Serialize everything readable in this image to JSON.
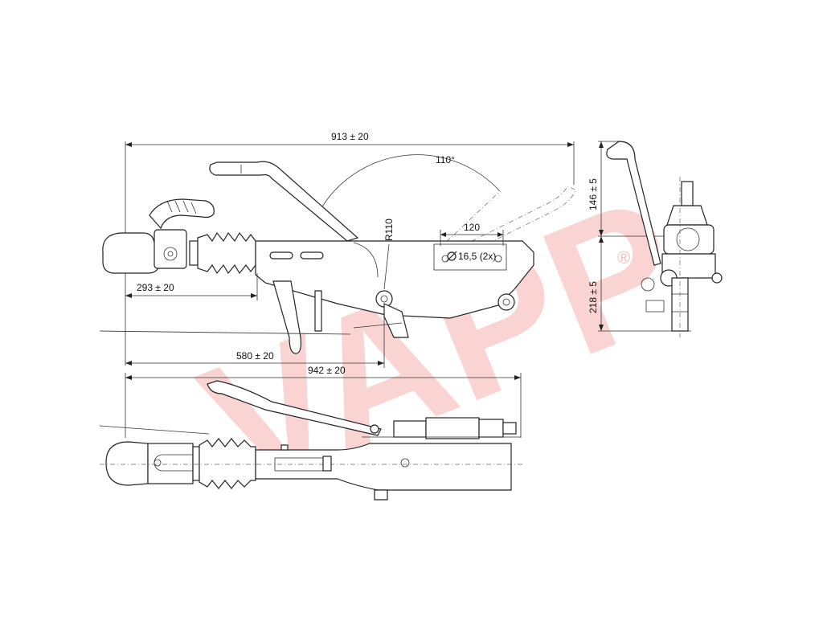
{
  "dimensions": {
    "overall_length": "913 ± 20",
    "angle": "110°",
    "radius": "R110",
    "hole_spacing": "120",
    "hole_diameter": "16,5 (2x)",
    "coupling_to_mount": "293 ± 20",
    "length_to_axle": "580 ± 20",
    "bottom_overall_length": "942 ± 20",
    "side_height_top": "146 ± 5",
    "side_height_bottom": "218 ± 5"
  },
  "watermark": {
    "brand": "VAPP",
    "registered_symbol": "®",
    "color": "#e9403c"
  },
  "icons": {
    "diameter": "diameter-symbol-icon"
  }
}
